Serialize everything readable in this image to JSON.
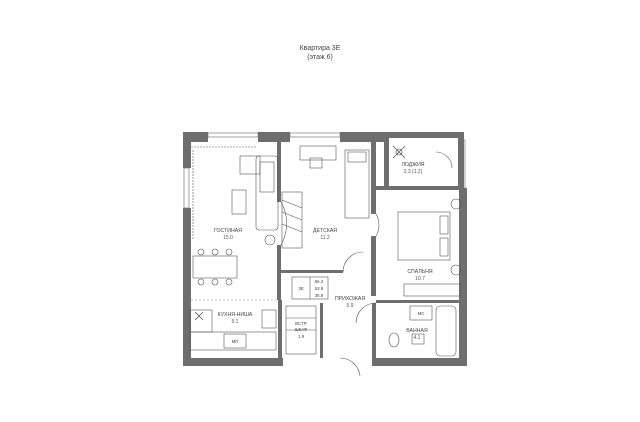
{
  "header": {
    "title": "Квартира 3Е",
    "subtitle": "(этаж 6)"
  },
  "rooms": {
    "living": {
      "name": "ГОСТИНАЯ",
      "area": "15.0"
    },
    "kids": {
      "name": "ДЕТСКАЯ",
      "area": "11.2"
    },
    "loggia": {
      "name": "ЛОДЖИЯ",
      "area": "2.3 (1.2)"
    },
    "bedroom": {
      "name": "СПАЛЬНЯ",
      "area": "10.7"
    },
    "hall": {
      "name": "ПРИХОЖАЯ",
      "area": "5.9"
    },
    "kitchen": {
      "name": "КУХНЯ-НИША",
      "area": "5.1"
    },
    "wardrobe": {
      "name_line1": "ВСТР.",
      "name_line2": "ШКАФ",
      "area": "1.9"
    },
    "bath": {
      "name": "ВАННАЯ",
      "area": "4.1"
    }
  },
  "legend": {
    "code": "3Е",
    "total": "56.2",
    "living": "53.9",
    "usable": "36.9"
  },
  "tags": {
    "mc": "МС",
    "mp": "МП"
  },
  "colors": {
    "wall": "#6e6e6e",
    "line": "#555555",
    "dashed": "#888888"
  }
}
